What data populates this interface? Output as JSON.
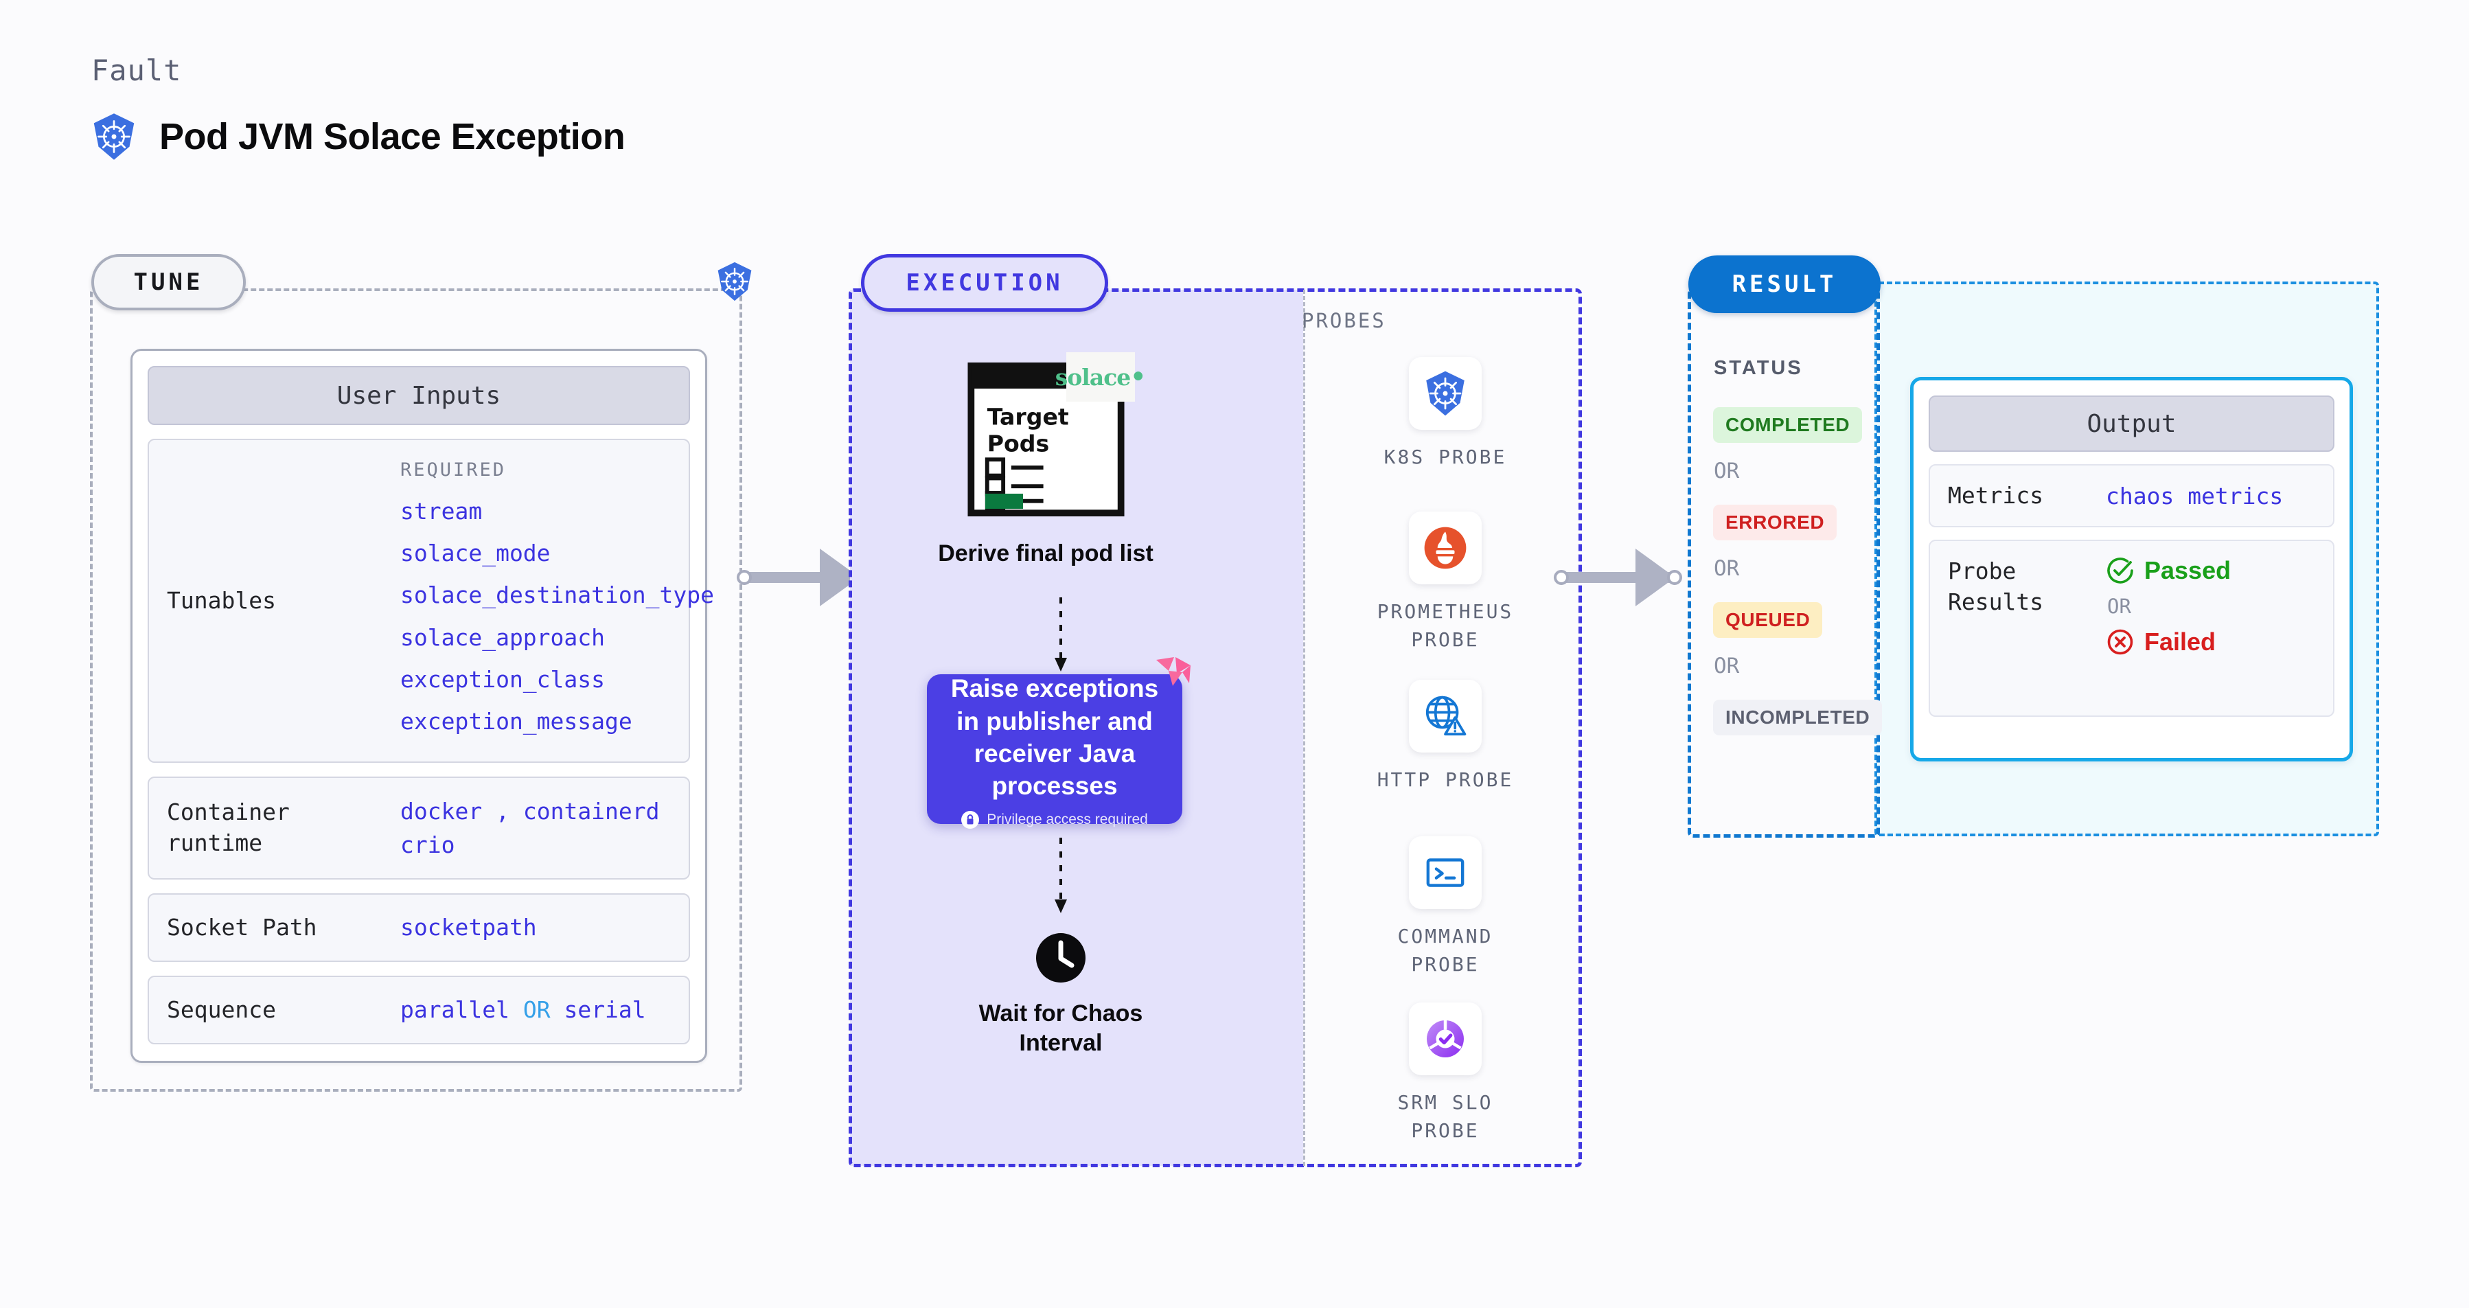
{
  "header": {
    "kicker": "Fault",
    "title": "Pod JVM Solace Exception",
    "icon": "kubernetes-icon"
  },
  "tune": {
    "tag": "TUNE",
    "edge_icon": "kubernetes-icon",
    "card_title": "User Inputs",
    "rows": [
      {
        "label": "Tunables",
        "kicker": "REQUIRED",
        "values": [
          "stream",
          "solace_mode",
          "solace_destination_type",
          "solace_approach",
          "exception_class",
          "exception_message"
        ]
      },
      {
        "label": "Container runtime",
        "values_line1": [
          "docker",
          "containerd"
        ],
        "separator": ",",
        "values_line2": [
          "crio"
        ]
      },
      {
        "label": "Socket Path",
        "values": [
          "socketpath"
        ]
      },
      {
        "label": "Sequence",
        "value_a": "parallel",
        "keyword": "OR",
        "value_b": "serial"
      }
    ]
  },
  "execution": {
    "tag": "EXECUTION",
    "steps": [
      {
        "icon": "target-pods-checklist-icon",
        "brand_icon": "solace-logo",
        "card_heading_line1": "Target",
        "card_heading_line2": "Pods",
        "caption": "Derive final pod list"
      },
      {
        "icon": "chaos-ribbon-icon",
        "lock_icon": "lock-icon",
        "text": "Raise exceptions in publisher and receiver Java processes",
        "note": "Privilege access required"
      },
      {
        "icon": "clock-icon",
        "caption": "Wait for Chaos Interval"
      }
    ],
    "probes": {
      "kicker": "PROBES",
      "items": [
        {
          "icon": "kubernetes-icon",
          "label": "K8S PROBE"
        },
        {
          "icon": "prometheus-icon",
          "label": "PROMETHEUS PROBE"
        },
        {
          "icon": "http-globe-icon",
          "label": "HTTP PROBE"
        },
        {
          "icon": "command-terminal-icon",
          "label": "COMMAND PROBE"
        },
        {
          "icon": "srm-slo-donut-icon",
          "label": "SRM SLO PROBE"
        }
      ]
    }
  },
  "result": {
    "tag": "RESULT",
    "status_kicker": "STATUS",
    "or_label": "OR",
    "statuses": [
      {
        "label": "COMPLETED",
        "fg": "#1f7a1f",
        "bg": "#dcf5dc"
      },
      {
        "label": "ERRORED",
        "fg": "#cf2020",
        "bg": "#fdeaea"
      },
      {
        "label": "QUEUED",
        "fg": "#cf2020",
        "bg": "#fdeec2"
      },
      {
        "label": "INCOMPLETED",
        "fg": "#5c6070",
        "bg": "#f0f1f6"
      }
    ]
  },
  "output": {
    "card_title": "Output",
    "metrics_label": "Metrics",
    "metrics_value": "chaos metrics",
    "probe_results_label": "Probe Results",
    "passed_label": "Passed",
    "failed_label": "Failed",
    "or_label": "OR",
    "passed_icon": "check-circle-icon",
    "failed_icon": "x-circle-icon"
  },
  "colors": {
    "tune_accent": "#a9aebd",
    "execution_accent": "#4138e0",
    "result_accent": "#0c73cf",
    "output_accent": "#16a8e8",
    "value_blue": "#3b33e0",
    "pass_green": "#1aa01a",
    "fail_red": "#d81f1f"
  }
}
